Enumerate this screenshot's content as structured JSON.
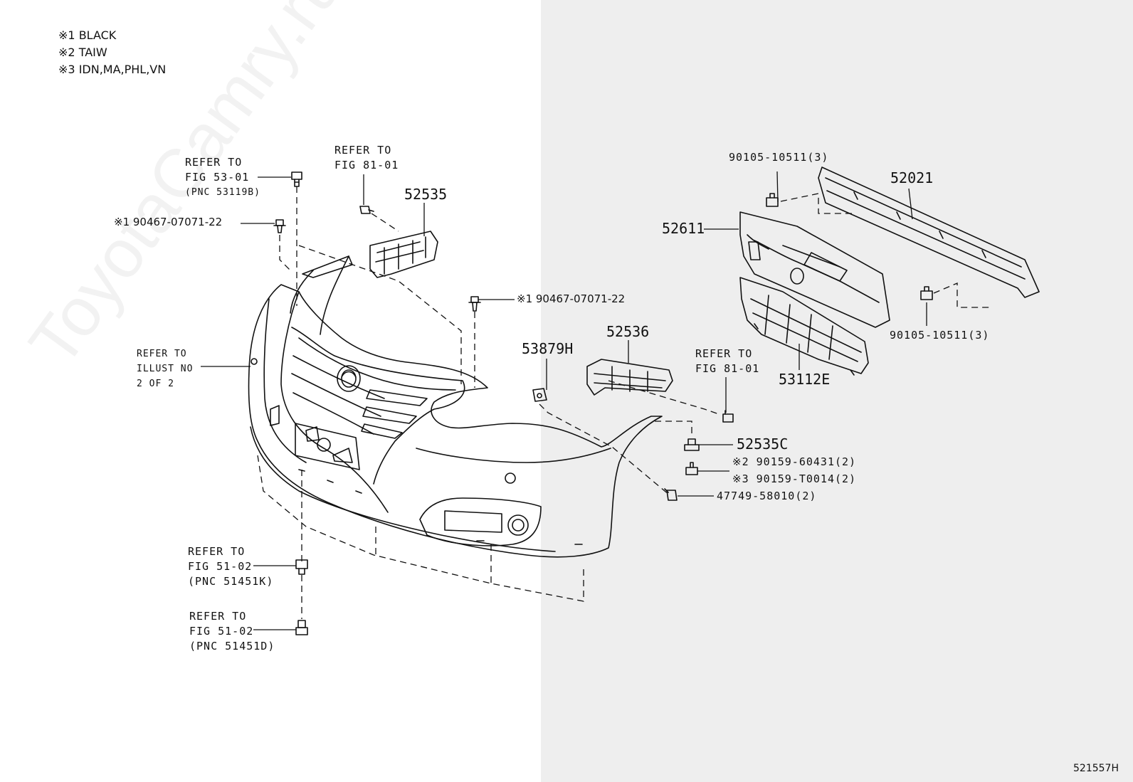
{
  "notes": [
    {
      "mark": "※1",
      "text": "BLACK"
    },
    {
      "mark": "※2",
      "text": "TAIW"
    },
    {
      "mark": "※3",
      "text": "IDN,MA,PHL,VN"
    }
  ],
  "refs": {
    "fig53": {
      "l1": "REFER TO",
      "l2": "FIG 53-01",
      "l3": "(PNC 53119B)"
    },
    "fig81_left": {
      "l1": "REFER TO",
      "l2": "FIG 81-01"
    },
    "fig81_right": {
      "l1": "REFER TO",
      "l2": "FIG 81-01"
    },
    "illust": {
      "l1": "REFER TO",
      "l2": "ILLUST NO",
      "l3": "2 OF 2"
    },
    "fig51k": {
      "l1": "REFER TO",
      "l2": "FIG 51-02",
      "l3": "(PNC 51451K)"
    },
    "fig51d": {
      "l1": "REFER TO",
      "l2": "FIG 51-02",
      "l3": "(PNC 51451D)"
    }
  },
  "parts": {
    "clip_left": "※1 90467-07071-22",
    "clip_center": "※1 90467-07071-22",
    "p52535": "52535",
    "p52536": "52536",
    "p53879h": "53879H",
    "p52611": "52611",
    "p52021": "52021",
    "bolt_top": "90105-10511(3)",
    "bolt_bottom": "90105-10511(3)",
    "p53112e": "53112E",
    "p52535c": "52535C",
    "screw_taiw": "※2 90159-60431(2)",
    "screw_idn": "※3 90159-T0014(2)",
    "p47749": "47749-58010(2)"
  },
  "figure_code": "521557H",
  "watermark": "ToyotaCamry.ru"
}
